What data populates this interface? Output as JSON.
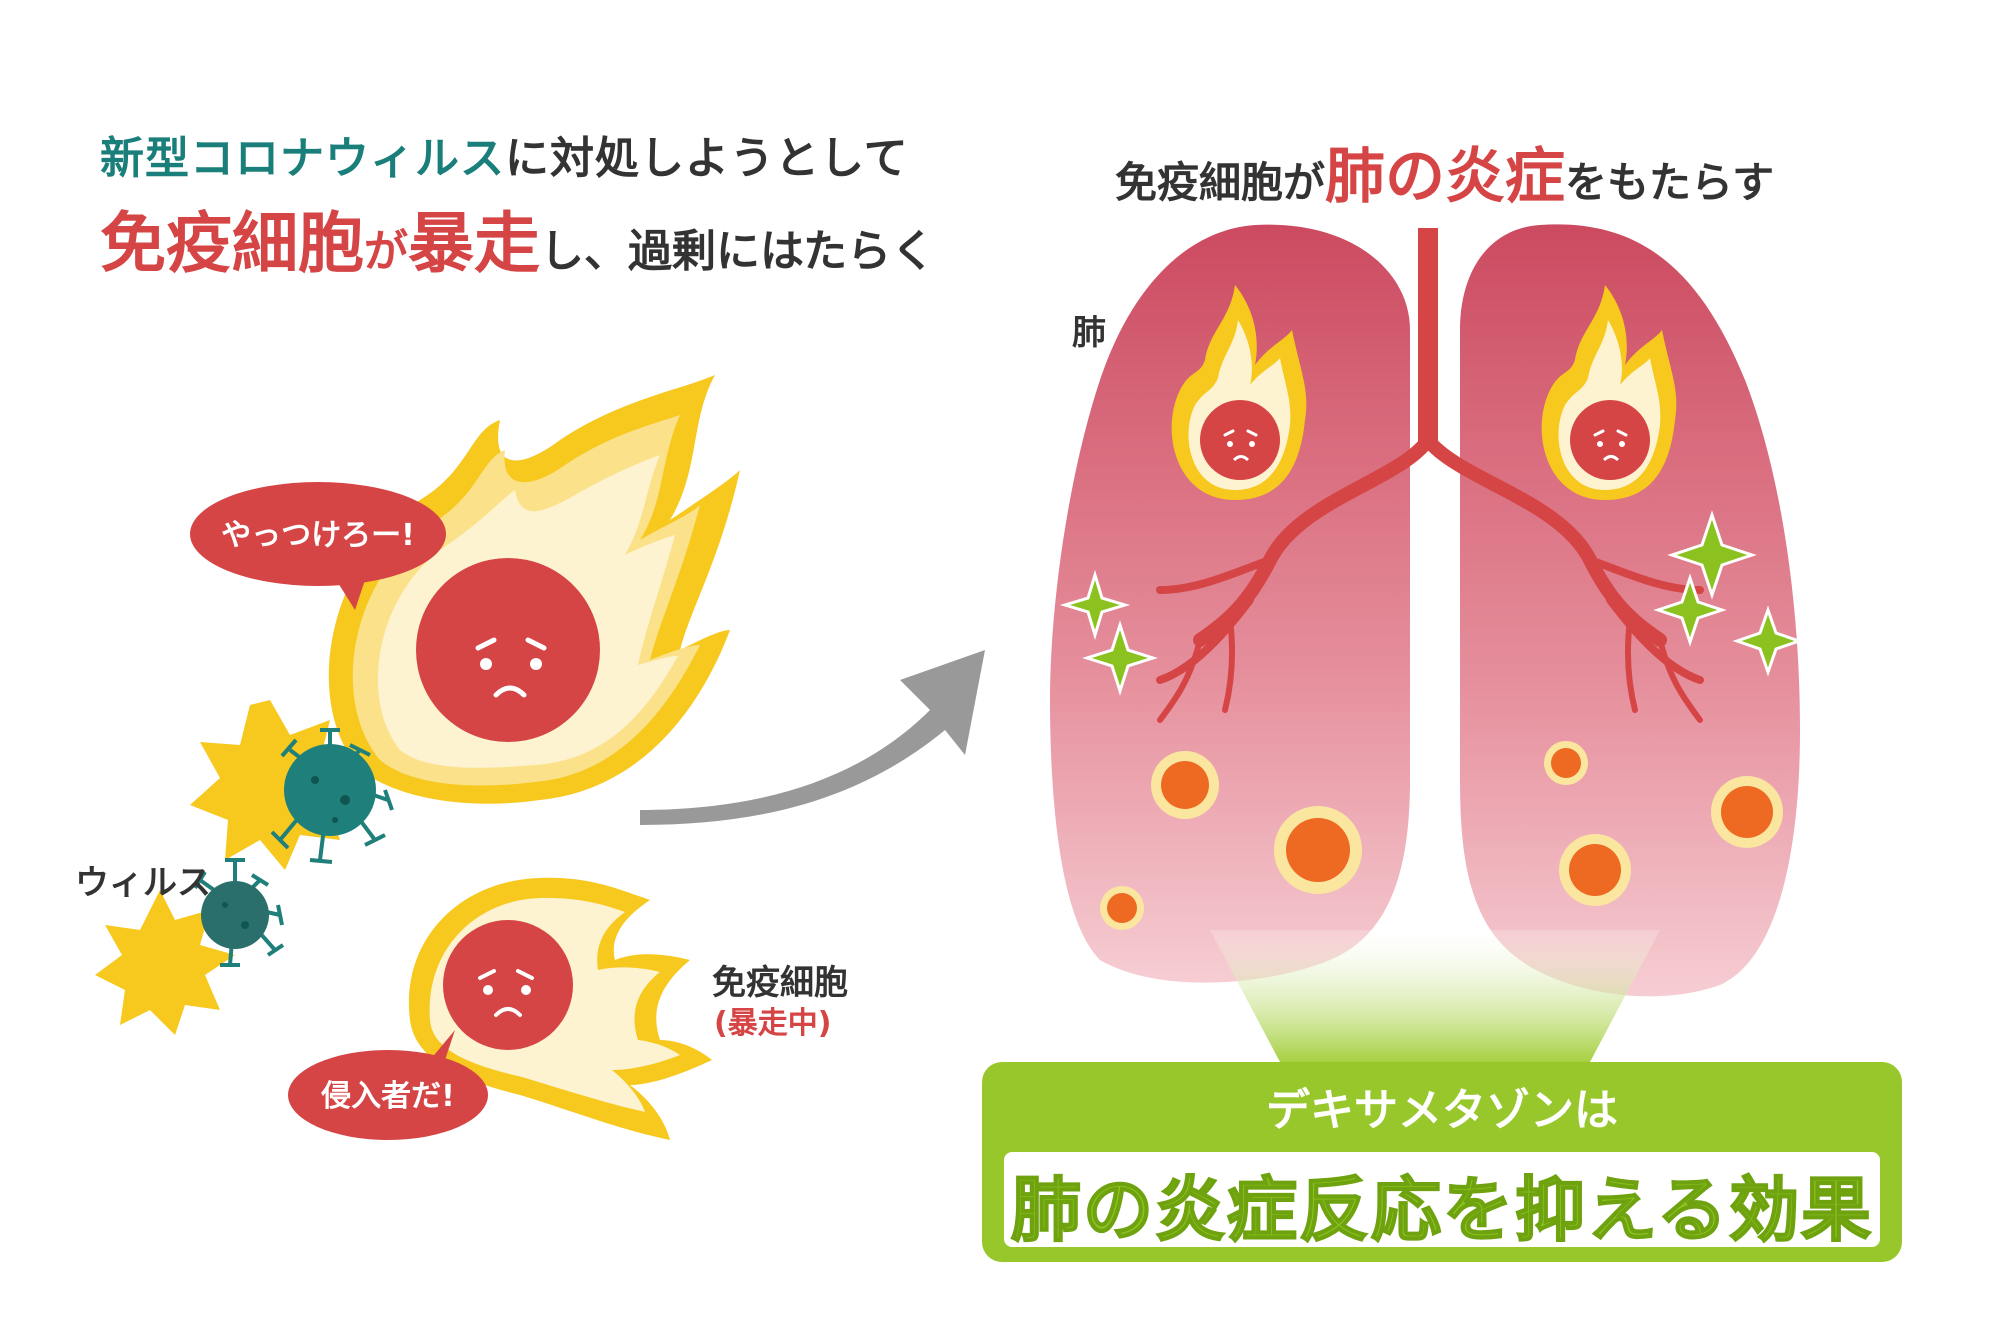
{
  "headline": {
    "line1_teal": "新型コロナウィルス",
    "line1_rest": "に対処しようとして",
    "line2_red1": "免疫細胞",
    "line2_ga": "が",
    "line2_red2": "暴走",
    "line2_rest": "し、過剰にはたらく"
  },
  "right_title": {
    "part1": "免疫細胞が",
    "red": "肺の炎症",
    "part2": "をもたらす"
  },
  "labels": {
    "lung": "肺",
    "virus": "ウィルス",
    "immune_cell": "免疫細胞",
    "immune_status": "(暴走中)"
  },
  "speech": {
    "top": "やっつけろー!",
    "bottom": "侵入者だ!"
  },
  "callout": {
    "top": "デキサメタゾンは",
    "main": "肺の炎症反応を抑える効果"
  },
  "colors": {
    "accent_red": "#d64545",
    "teal": "#1a7f7a",
    "green": "#97c72a",
    "flame_yellow": "#f7c81e",
    "virus_teal": "#1f7f7a"
  }
}
